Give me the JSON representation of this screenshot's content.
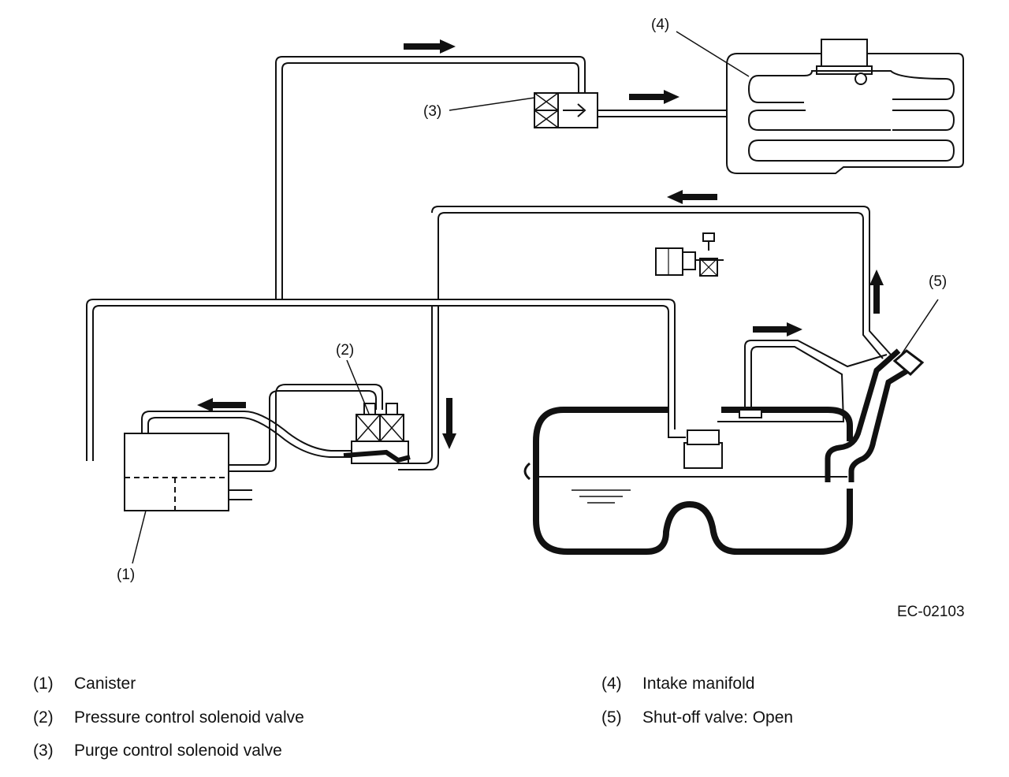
{
  "callouts": {
    "c1": "(1)",
    "c2": "(2)",
    "c3": "(3)",
    "c4": "(4)",
    "c5": "(5)"
  },
  "figure_code": "EC-02103",
  "legend": [
    {
      "number": "(1)",
      "label": "Canister"
    },
    {
      "number": "(2)",
      "label": "Pressure control solenoid valve"
    },
    {
      "number": "(3)",
      "label": "Purge control solenoid valve"
    },
    {
      "number": "(4)",
      "label": "Intake manifold"
    },
    {
      "number": "(5)",
      "label": "Shut-off valve: Open"
    }
  ]
}
